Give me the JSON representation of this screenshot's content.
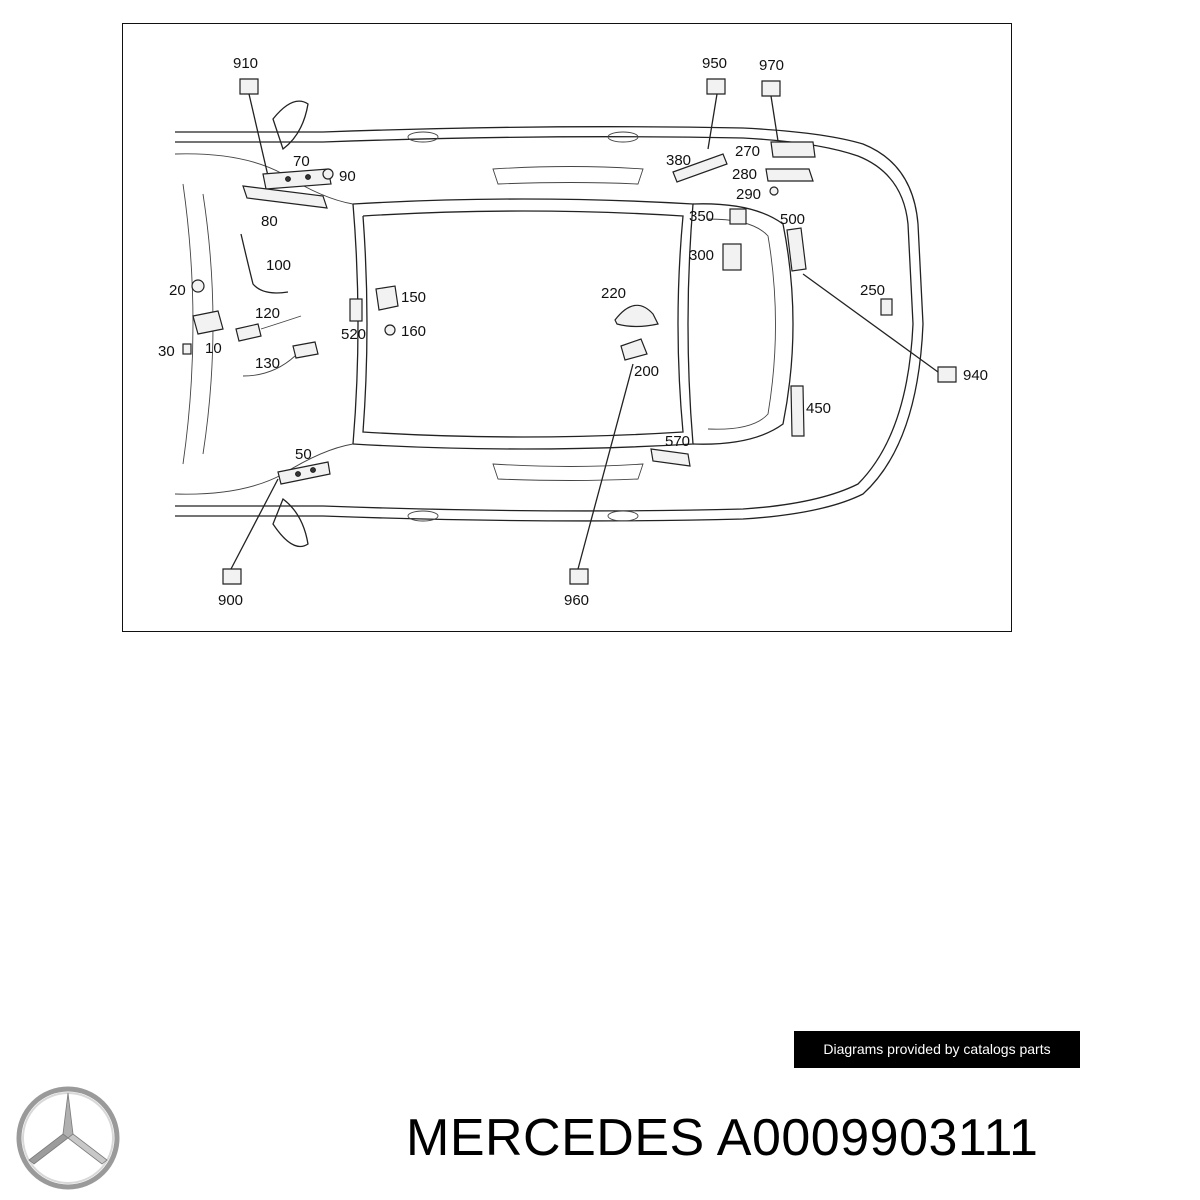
{
  "diagram": {
    "callouts": [
      "910",
      "950",
      "970",
      "900",
      "960",
      "940"
    ],
    "parts": {
      "p70": "70",
      "p90": "90",
      "p80": "80",
      "p100": "100",
      "p20": "20",
      "p120": "120",
      "p10": "10",
      "p30": "30",
      "p130": "130",
      "p150": "150",
      "p520": "520",
      "p160": "160",
      "p380": "380",
      "p270": "270",
      "p280": "280",
      "p290": "290",
      "p350": "350",
      "p500": "500",
      "p300": "300",
      "p220": "220",
      "p200": "200",
      "p250": "250",
      "p450": "450",
      "p570": "570",
      "p50": "50"
    }
  },
  "credit": {
    "text": "Diagrams provided by catalogs parts"
  },
  "brand": {
    "title": "MERCEDES A0009903111",
    "logo": "mercedes-star-icon"
  }
}
